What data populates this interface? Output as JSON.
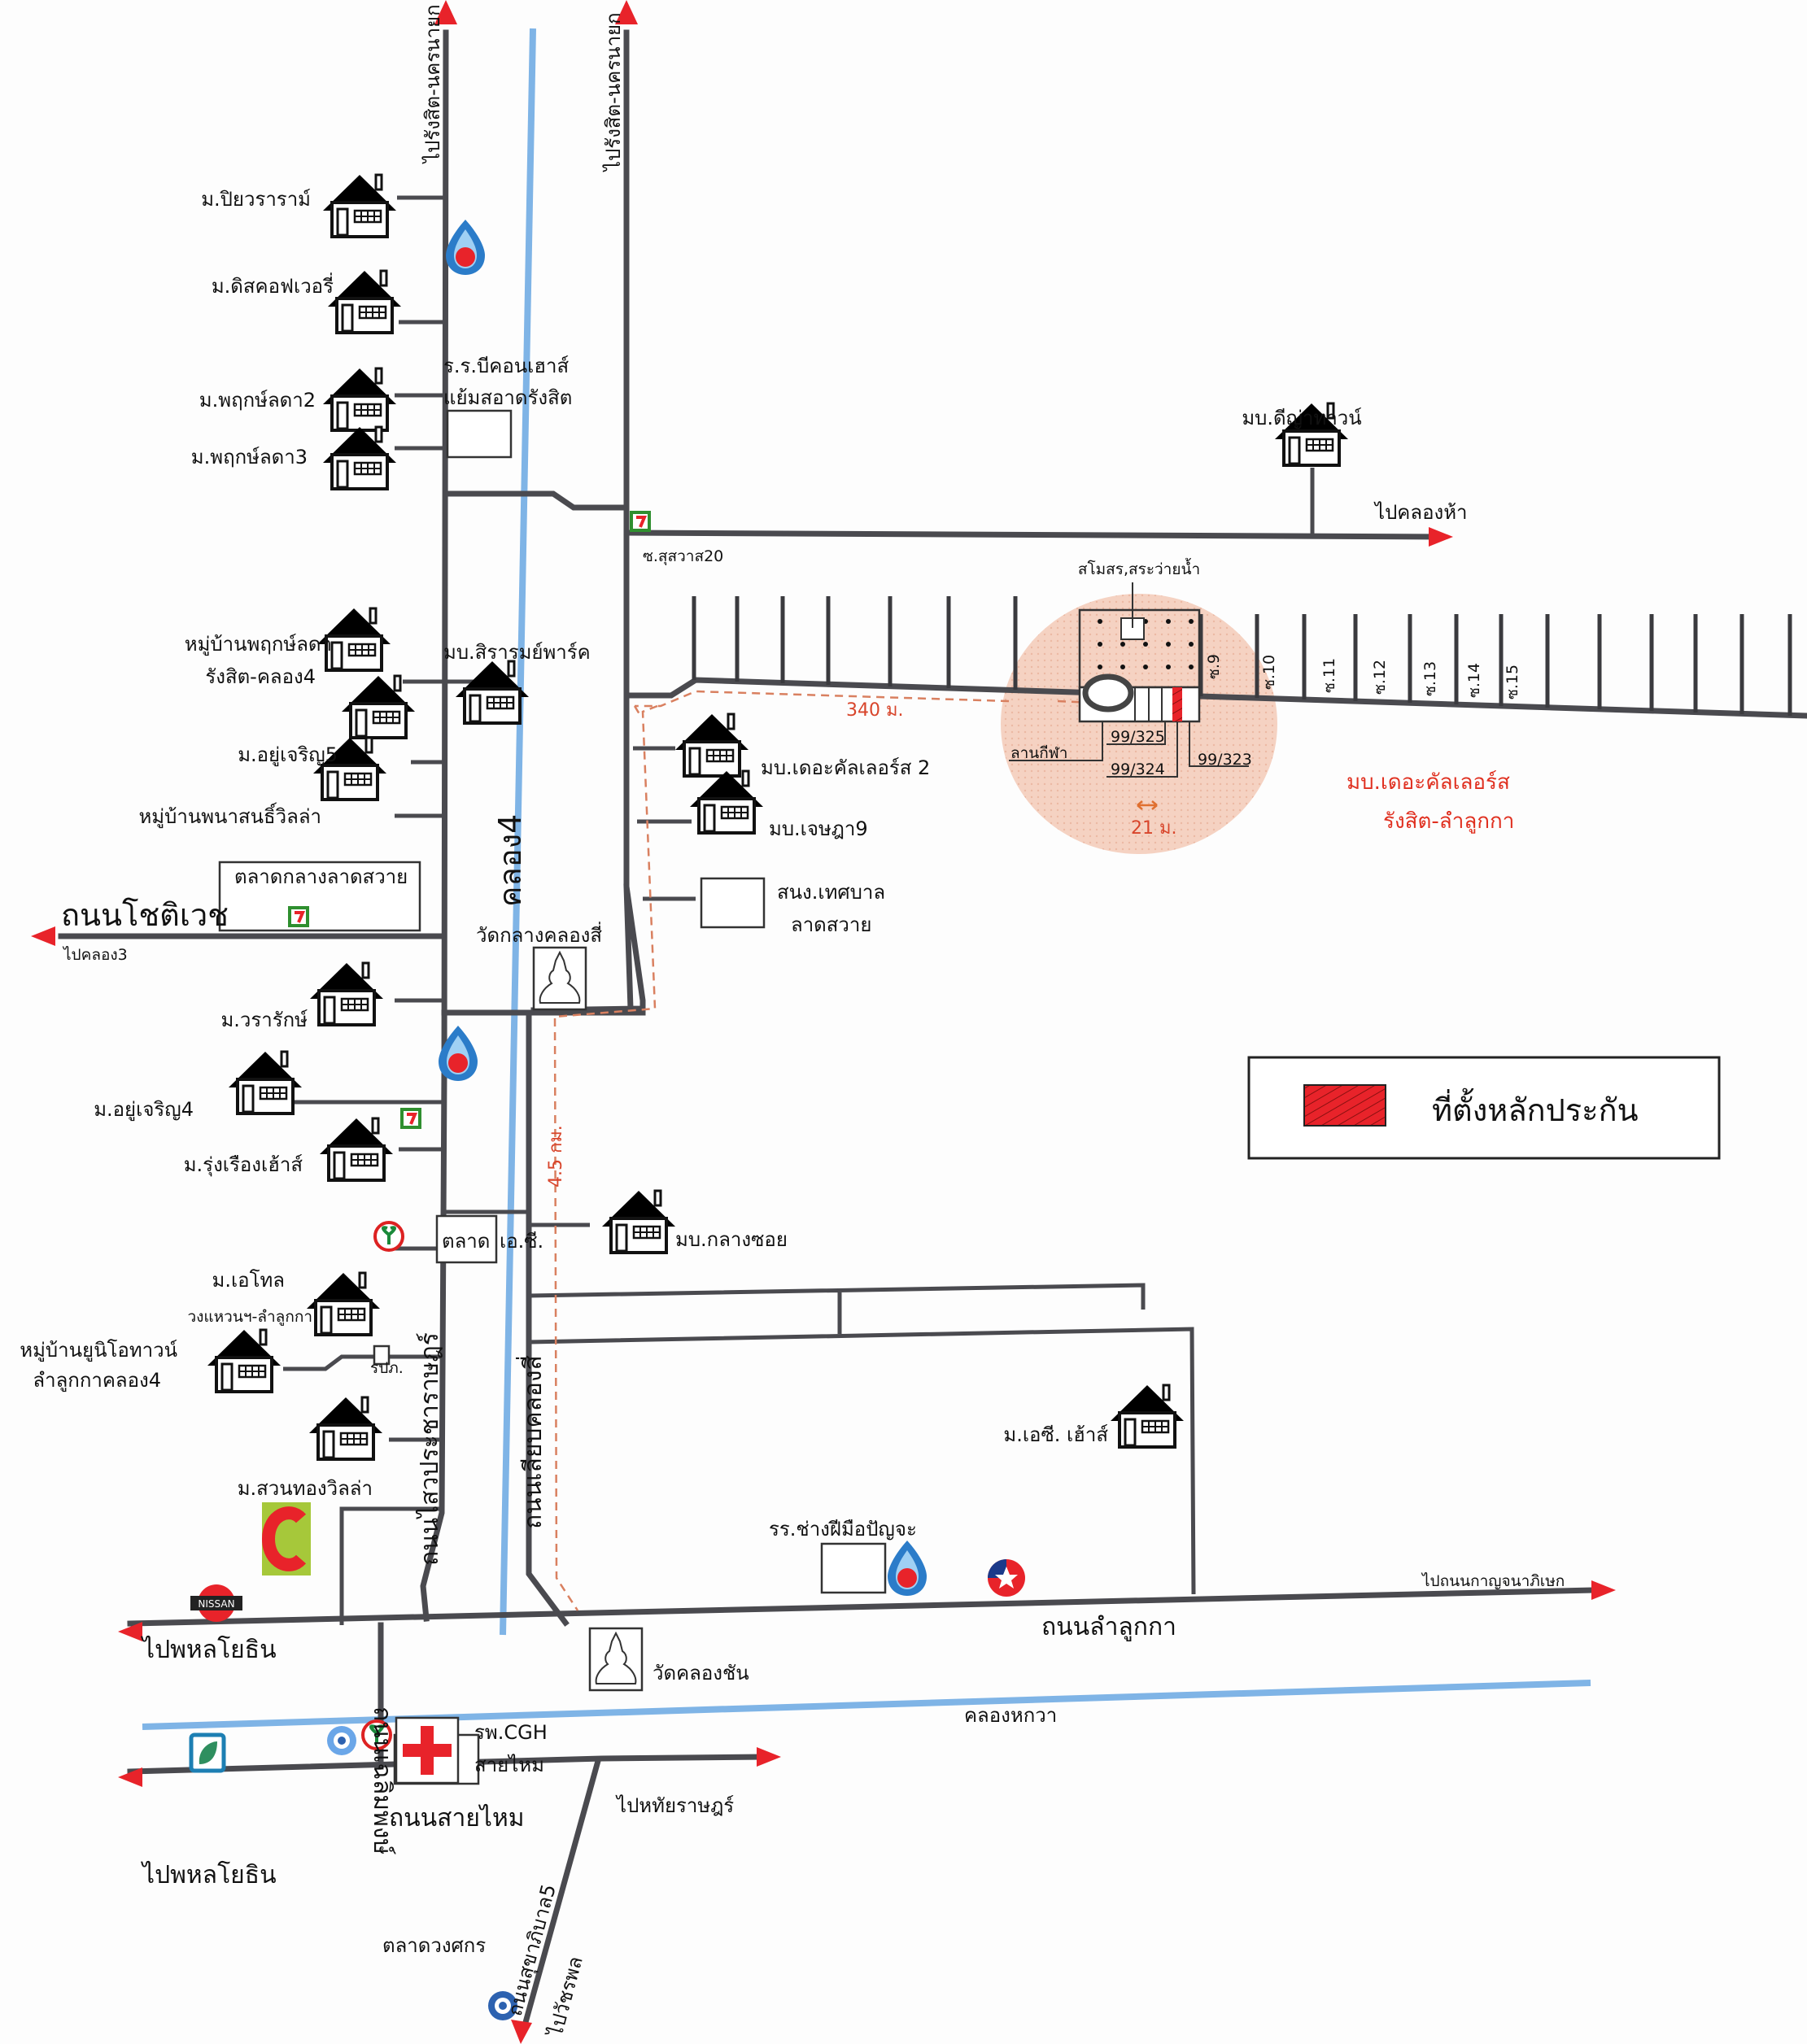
{
  "map": {
    "title": "Location map - The Scholars Rangsit-Lam Luk Ka",
    "colors": {
      "road": "#4a4a4f",
      "canal": "#7fb4e6",
      "arrow": "#e8232a",
      "target": "#e8232a",
      "route": "#d98060",
      "highlight_circle": "#f6d3c4"
    },
    "directions": {
      "to_rangsit_nakhonnayok_left": "ไปรังสิต-นครนายก",
      "to_rangsit_nakhonnayok_right": "ไปรังสิต-นครนายก",
      "to_khlong5": "ไปคลองห้า",
      "to_khlong3": "ไปคลอง3",
      "to_kanchanaphisek": "ไปถนนกาญจนาภิเษก",
      "to_phahonyothin_1": "ไปพหลโยธิน",
      "to_phahonyothin_2": "ไปพหลโยธิน",
      "to_hathairat": "ไปหทัยราษฎร์",
      "to_watcharaphon": "ไปวัชรพล"
    },
    "roads": {
      "chotiwet": "ถนนโชติเวช",
      "phaisan_prachasaraj": "ถนนไสวประชาราษฎร์",
      "liap_khlong_si": "ถนนเลียบคลองสี่",
      "lam_luk_ka": "ถนนลำลูกกา",
      "sai_mai": "ถนนสายไหม",
      "chalerm_phong": "ถนนเฉลิมพงษ์",
      "sukhaphiban5": "ถนนสุขาภิบาล5",
      "soi_suswat20": "ซ.สุสวาส20"
    },
    "canals": {
      "khlong4": "คลอง4",
      "khlong_hok_wa": "คลองหกวา"
    },
    "villages_left": [
      {
        "name": "ม.ปิยวราราม์"
      },
      {
        "name": "ม.ดิสคอฟเวอรี่"
      },
      {
        "name": "ม.พฤกษ์ลดา2"
      },
      {
        "name": "ม.พฤกษ์ลดา3"
      },
      {
        "name": "หมู่บ้านพฤกษ์ลดา",
        "sub": "รังสิต-คลอง4"
      },
      {
        "name": "ม.อยู่เจริญ5"
      },
      {
        "name": "หมู่บ้านพนาสนธิ์วิลล่า"
      },
      {
        "name": "ม.วรารักษ์"
      },
      {
        "name": "ม.อยู่เจริญ4"
      },
      {
        "name": "ม.รุ่งเรืองเฮ้าส์"
      },
      {
        "name": "ม.เอโทล",
        "sub": "วงแหวนฯ-ลำลูกกา"
      },
      {
        "name": "หมู่บ้านยูนิโอทาวน์",
        "sub": "ลำลูกกาคลอง4"
      },
      {
        "name": "ม.สวนทองวิลล่า"
      }
    ],
    "villages_right": [
      {
        "name": "มบ.สิรารมย์พาร์ค"
      },
      {
        "name": "มบ.เดอะคัลเลอร์ส 2"
      },
      {
        "name": "มบ.เจษฎา9"
      },
      {
        "name": "มบ.กลางซอย"
      },
      {
        "name": "ม.เอซี. เฮ้าส์"
      },
      {
        "name": "มบ.ดีญ่าทาวน์"
      }
    ],
    "places": {
      "school_beaconhouse_line1": "ร.ร.บีคอนเฮาส์",
      "school_beaconhouse_line2": "แย้มสอาดรังสิต",
      "market_lat_sawai": "ตลาดกลางลาดสวาย",
      "wat_klang_khlong_si": "วัดกลางคลองสี่",
      "school_municipal_line1": "สนง.เทศบาล",
      "school_municipal_line2": "ลาดสวาย",
      "market_ac_left": "ตลาด",
      "market_ac_right": "เอ.ซี.",
      "police_box": "รปภ.",
      "tech_school": "รร.ช่างฝีมือปัญจะ",
      "wat_khlong_chan": "วัดคลองชัน",
      "hospital_line1": "รพ.CGH",
      "hospital_line2": "สายไหม",
      "market_wongsakorn": "ตลาดวงศกร",
      "clubhouse": "สโมสร,สระว่ายน้ำ",
      "sports_field": "ลานกีฬา"
    },
    "logos": {
      "nissan": "NISSAN",
      "bigc": "Big C"
    },
    "project": {
      "name_line1": "มบ.เดอะคัลเลอร์ส",
      "name_line2": "รังสิต-ลำลูกกา",
      "plots": [
        "99/325",
        "99/324",
        "99/323"
      ],
      "frontage": "21 ม.",
      "soi_labels": [
        "ซ.9",
        "ซ.10",
        "ซ.11",
        "ซ.12",
        "ซ.13",
        "ซ.14",
        "ซ.15"
      ]
    },
    "distances": {
      "soi": "340 ม.",
      "main": "4.5 กม."
    },
    "legend": {
      "label": "ที่ตั้งหลักประกัน"
    }
  }
}
